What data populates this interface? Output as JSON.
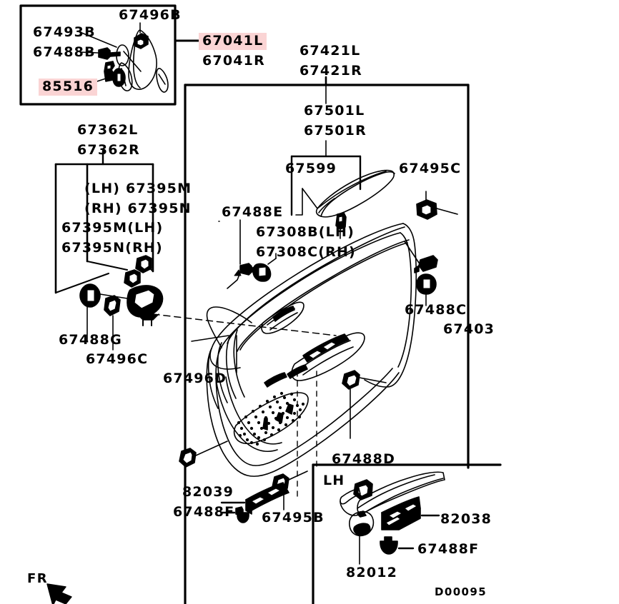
{
  "diagram": {
    "title": "Front door trim parts diagram",
    "drawing_code": "D00095",
    "orientation_marker": "FR",
    "highlight_color": "#fad4d4",
    "line_color": "#000000",
    "background_color": "#ffffff"
  },
  "inset_top_left": {
    "name": "door-mirror-detail-box",
    "parts": [
      {
        "id": "p-67496B",
        "label": "67496B"
      },
      {
        "id": "p-67493B",
        "label": "67493B"
      },
      {
        "id": "p-67488B",
        "label": "67488B"
      },
      {
        "id": "p-85516",
        "label": "85516",
        "highlighted": true
      }
    ]
  },
  "inset_bottom_right": {
    "name": "power-window-switch-detail-box",
    "side_label": "LH",
    "parts": [
      {
        "id": "p-82038",
        "label": "82038"
      },
      {
        "id": "p-67488F-inset",
        "label": "67488F"
      },
      {
        "id": "p-82012",
        "label": "82012"
      }
    ]
  },
  "callouts": {
    "mirror_assy_lh": "67041L",
    "mirror_assy_rh": "67041R",
    "upper_trim_lh": "67421L",
    "upper_trim_rh": "67421R",
    "belt_moulding_lh": "67501L",
    "belt_moulding_rh": "67501R",
    "clip_67599": "67599",
    "clip_67495C": "67495C",
    "grip_lh_bracket": "67362L",
    "grip_rh_bracket": "67362R",
    "lh_67395M": "(LH) 67395M",
    "rh_67395N": "(RH) 67395N",
    "m_lh_67395M": "67395M(LH)",
    "n_rh_67395N": "67395N(RH)",
    "screw_67488G": "67488G",
    "clip_67496C": "67496C",
    "screw_67488E": "67488E",
    "handle_lh_67308B": "67308B(LH)",
    "handle_rh_67308C": "67308C(RH)",
    "screw_67488C": "67488C",
    "trim_67403": "67403",
    "clip_67496D": "67496D",
    "screw_67488D": "67488D",
    "switch_82039": "82039",
    "screw_67488F": "67488F",
    "clip_67495B": "67495B"
  }
}
